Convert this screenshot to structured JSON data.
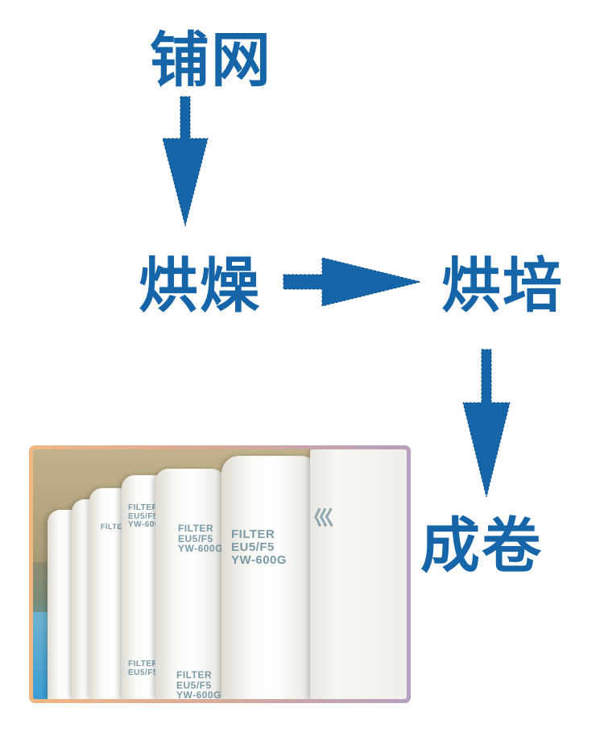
{
  "flow": {
    "steps": [
      "铺网",
      "烘燥",
      "烘培",
      "成卷"
    ],
    "arrow_color": "#1565a8"
  },
  "photo": {
    "roll_label": [
      "FILTER",
      "EU5/F5",
      "YW-600G"
    ]
  }
}
